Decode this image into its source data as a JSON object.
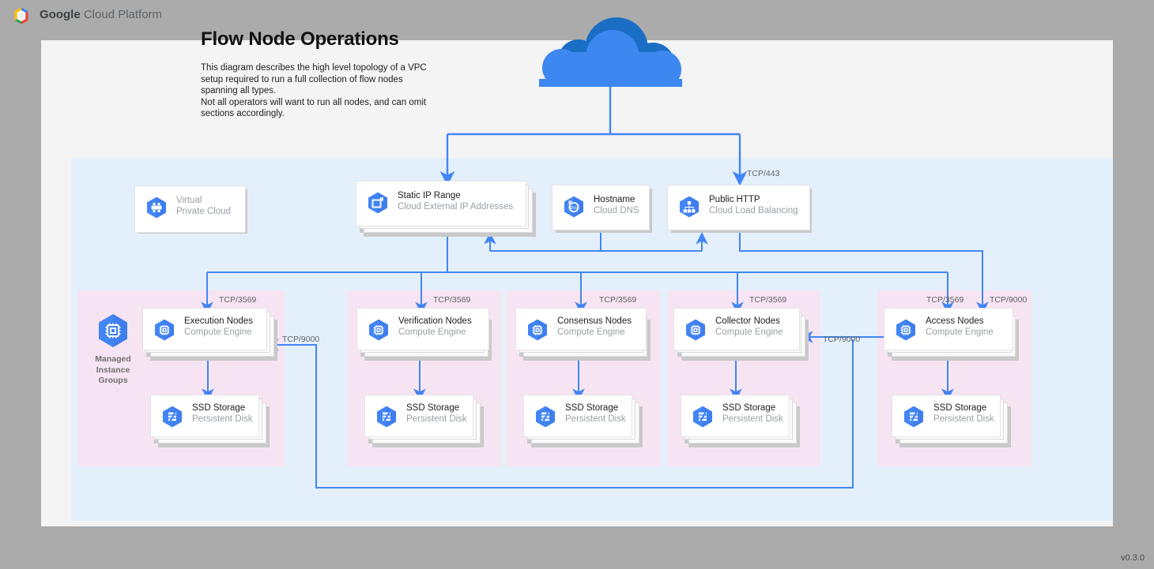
{
  "header": {
    "logo_icon": "gcp-hexagon-logo",
    "brand_bold": "Google",
    "brand_rest": " Cloud Platform"
  },
  "diagram": {
    "title": "Flow Node Operations",
    "description": "This diagram describes the high level topology of a VPC setup required to run a full collection of flow nodes spanning all types.\nNot all operators will want to run all nodes, and can omit sections accordingly.",
    "version": "v0.3.0",
    "internet_icon": "cloud-icon"
  },
  "colors": {
    "accent_blue": "#4285f4",
    "wire_blue": "#4285f4",
    "vpc_fill": "#e3f0fb",
    "group_fill": "#f7e4f2",
    "canvas": "#f4f4f4",
    "page_bg": "#ababab",
    "title_text": "#202124",
    "subtitle_text": "#9aa0a6"
  },
  "vpc": {
    "label_title": "Virtual",
    "label_subtitle": "Private Cloud",
    "icon": "virtual-private-cloud-icon"
  },
  "top_nodes": [
    {
      "id": "vpc",
      "title": "Virtual",
      "subtitle": "Private Cloud",
      "icon": "virtual-private-cloud-icon",
      "stacked": false
    },
    {
      "id": "static-ip",
      "title": "Static IP Range",
      "subtitle": "Cloud External IP Addresses",
      "icon": "external-ip-icon",
      "stacked": true
    },
    {
      "id": "hostname",
      "title": "Hostname",
      "subtitle": "Cloud DNS",
      "icon": "cloud-dns-icon",
      "stacked": false
    },
    {
      "id": "public-http",
      "title": "Public HTTP",
      "subtitle": "Cloud Load Balancing",
      "icon": "load-balancing-icon",
      "stacked": false
    }
  ],
  "mig_label": "Managed\nInstance\nGroups",
  "mig_icon": "managed-instance-groups-icon",
  "groups": [
    {
      "id": "execution",
      "compute": {
        "title": "Execution Nodes",
        "subtitle": "Compute Engine",
        "icon": "compute-engine-icon"
      },
      "storage": {
        "title": "SSD Storage",
        "subtitle": "Persistent Disk",
        "icon": "persistent-disk-icon"
      },
      "ingress_port": "TCP/3569",
      "extra_port": "TCP/9000"
    },
    {
      "id": "verification",
      "compute": {
        "title": "Verification Nodes",
        "subtitle": "Compute Engine",
        "icon": "compute-engine-icon"
      },
      "storage": {
        "title": "SSD Storage",
        "subtitle": "Persistent Disk",
        "icon": "persistent-disk-icon"
      },
      "ingress_port": "TCP/3569"
    },
    {
      "id": "consensus",
      "compute": {
        "title": "Consensus Nodes",
        "subtitle": "Compute Engine",
        "icon": "compute-engine-icon"
      },
      "storage": {
        "title": "SSD Storage",
        "subtitle": "Persistent Disk",
        "icon": "persistent-disk-icon"
      },
      "ingress_port": "TCP/3569"
    },
    {
      "id": "collector",
      "compute": {
        "title": "Collector Nodes",
        "subtitle": "Compute Engine",
        "icon": "compute-engine-icon"
      },
      "storage": {
        "title": "SSD Storage",
        "subtitle": "Persistent Disk",
        "icon": "persistent-disk-icon"
      },
      "ingress_port": "TCP/3569",
      "extra_port": "TCP/9000"
    },
    {
      "id": "access",
      "compute": {
        "title": "Access Nodes",
        "subtitle": "Compute Engine",
        "icon": "compute-engine-icon"
      },
      "storage": {
        "title": "SSD Storage",
        "subtitle": "Persistent Disk",
        "icon": "persistent-disk-icon"
      },
      "ingress_port": "TCP/3569",
      "extra_port": "TCP/9000"
    }
  ],
  "edge_labels": {
    "internet_to_lb": "TCP/443",
    "to_execution": "TCP/3569",
    "to_verification": "TCP/3569",
    "to_consensus": "TCP/3569",
    "to_collector": "TCP/3569",
    "to_access": "TCP/3569",
    "lb_to_access": "TCP/9000",
    "access_to_collector": "TCP/9000",
    "access_to_execution": "TCP/9000"
  }
}
